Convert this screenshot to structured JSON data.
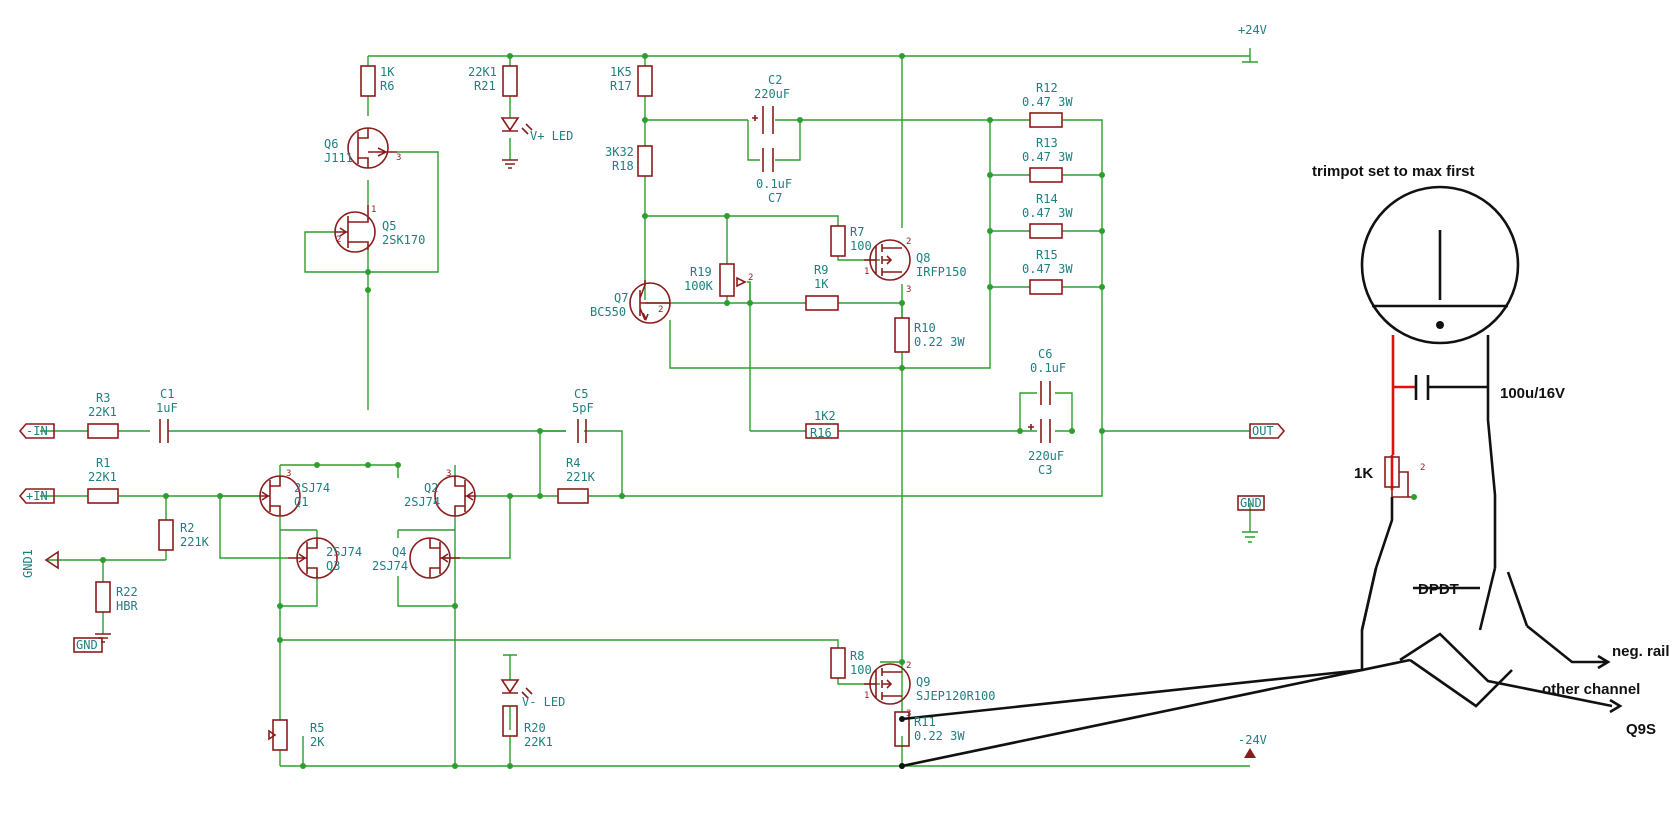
{
  "rails": {
    "pos": "+24V",
    "neg": "-24V"
  },
  "ports": {
    "in_neg": "-IN",
    "in_pos": "+IN",
    "out": "OUT",
    "gnd": "GND",
    "gnd1": "GND1",
    "gnd_label": "GND"
  },
  "resistors": {
    "R1": [
      "R1",
      "22K1"
    ],
    "R2": [
      "R2",
      "221K"
    ],
    "R3": [
      "R3",
      "22K1"
    ],
    "R4": [
      "R4",
      "221K"
    ],
    "R5": [
      "R5",
      "2K"
    ],
    "R6": [
      "1K",
      "R6"
    ],
    "R7": [
      "R7",
      "100"
    ],
    "R8": [
      "R8",
      "100"
    ],
    "R9": [
      "R9",
      "1K"
    ],
    "R10": [
      "R10",
      "0.22 3W"
    ],
    "R11": [
      "R11",
      "0.22 3W"
    ],
    "R12": [
      "R12",
      "0.47 3W"
    ],
    "R13": [
      "R13",
      "0.47 3W"
    ],
    "R14": [
      "R14",
      "0.47 3W"
    ],
    "R15": [
      "R15",
      "0.47 3W"
    ],
    "R16": [
      "R16",
      "1K2"
    ],
    "R17": [
      "1K5",
      "R17"
    ],
    "R18": [
      "3K32",
      "R18"
    ],
    "R19": [
      "R19",
      "100K"
    ],
    "R20": [
      "R20",
      "22K1"
    ],
    "R21": [
      "22K1",
      "R21"
    ],
    "R22": [
      "R22",
      "HBR"
    ]
  },
  "capacitors": {
    "C1": [
      "C1",
      "1uF"
    ],
    "C2": [
      "C2",
      "220uF"
    ],
    "C7": [
      "0.1uF",
      "C7"
    ],
    "C5": [
      "C5",
      "5pF"
    ],
    "C6": [
      "C6",
      "0.1uF"
    ],
    "C3": [
      "220uF",
      "C3"
    ]
  },
  "transistors": {
    "Q1": [
      "2SJ74",
      "Q1"
    ],
    "Q2": [
      "Q2",
      "2SJ74"
    ],
    "Q3": [
      "2SJ74",
      "Q3"
    ],
    "Q4": [
      "Q4",
      "2SJ74"
    ],
    "Q5": [
      "Q5",
      "2SK170"
    ],
    "Q6": [
      "Q6",
      "J111"
    ],
    "Q7": [
      "Q7",
      "BC550"
    ],
    "Q8": [
      "Q8",
      "IRFP150"
    ],
    "Q9": [
      "Q9",
      "SJEP120R100"
    ]
  },
  "leds": {
    "vp": "V+ LED",
    "vn": "V- LED"
  },
  "pin_numbers": [
    "1",
    "2",
    "3"
  ],
  "annotations": {
    "trimpot_note": "trimpot set to max first",
    "cap_note": "100u/16V",
    "trim_value": "1K",
    "switch": "DPDT",
    "neg_rail": "neg. rail",
    "other_channel": "other channel",
    "q9s": "Q9S"
  }
}
